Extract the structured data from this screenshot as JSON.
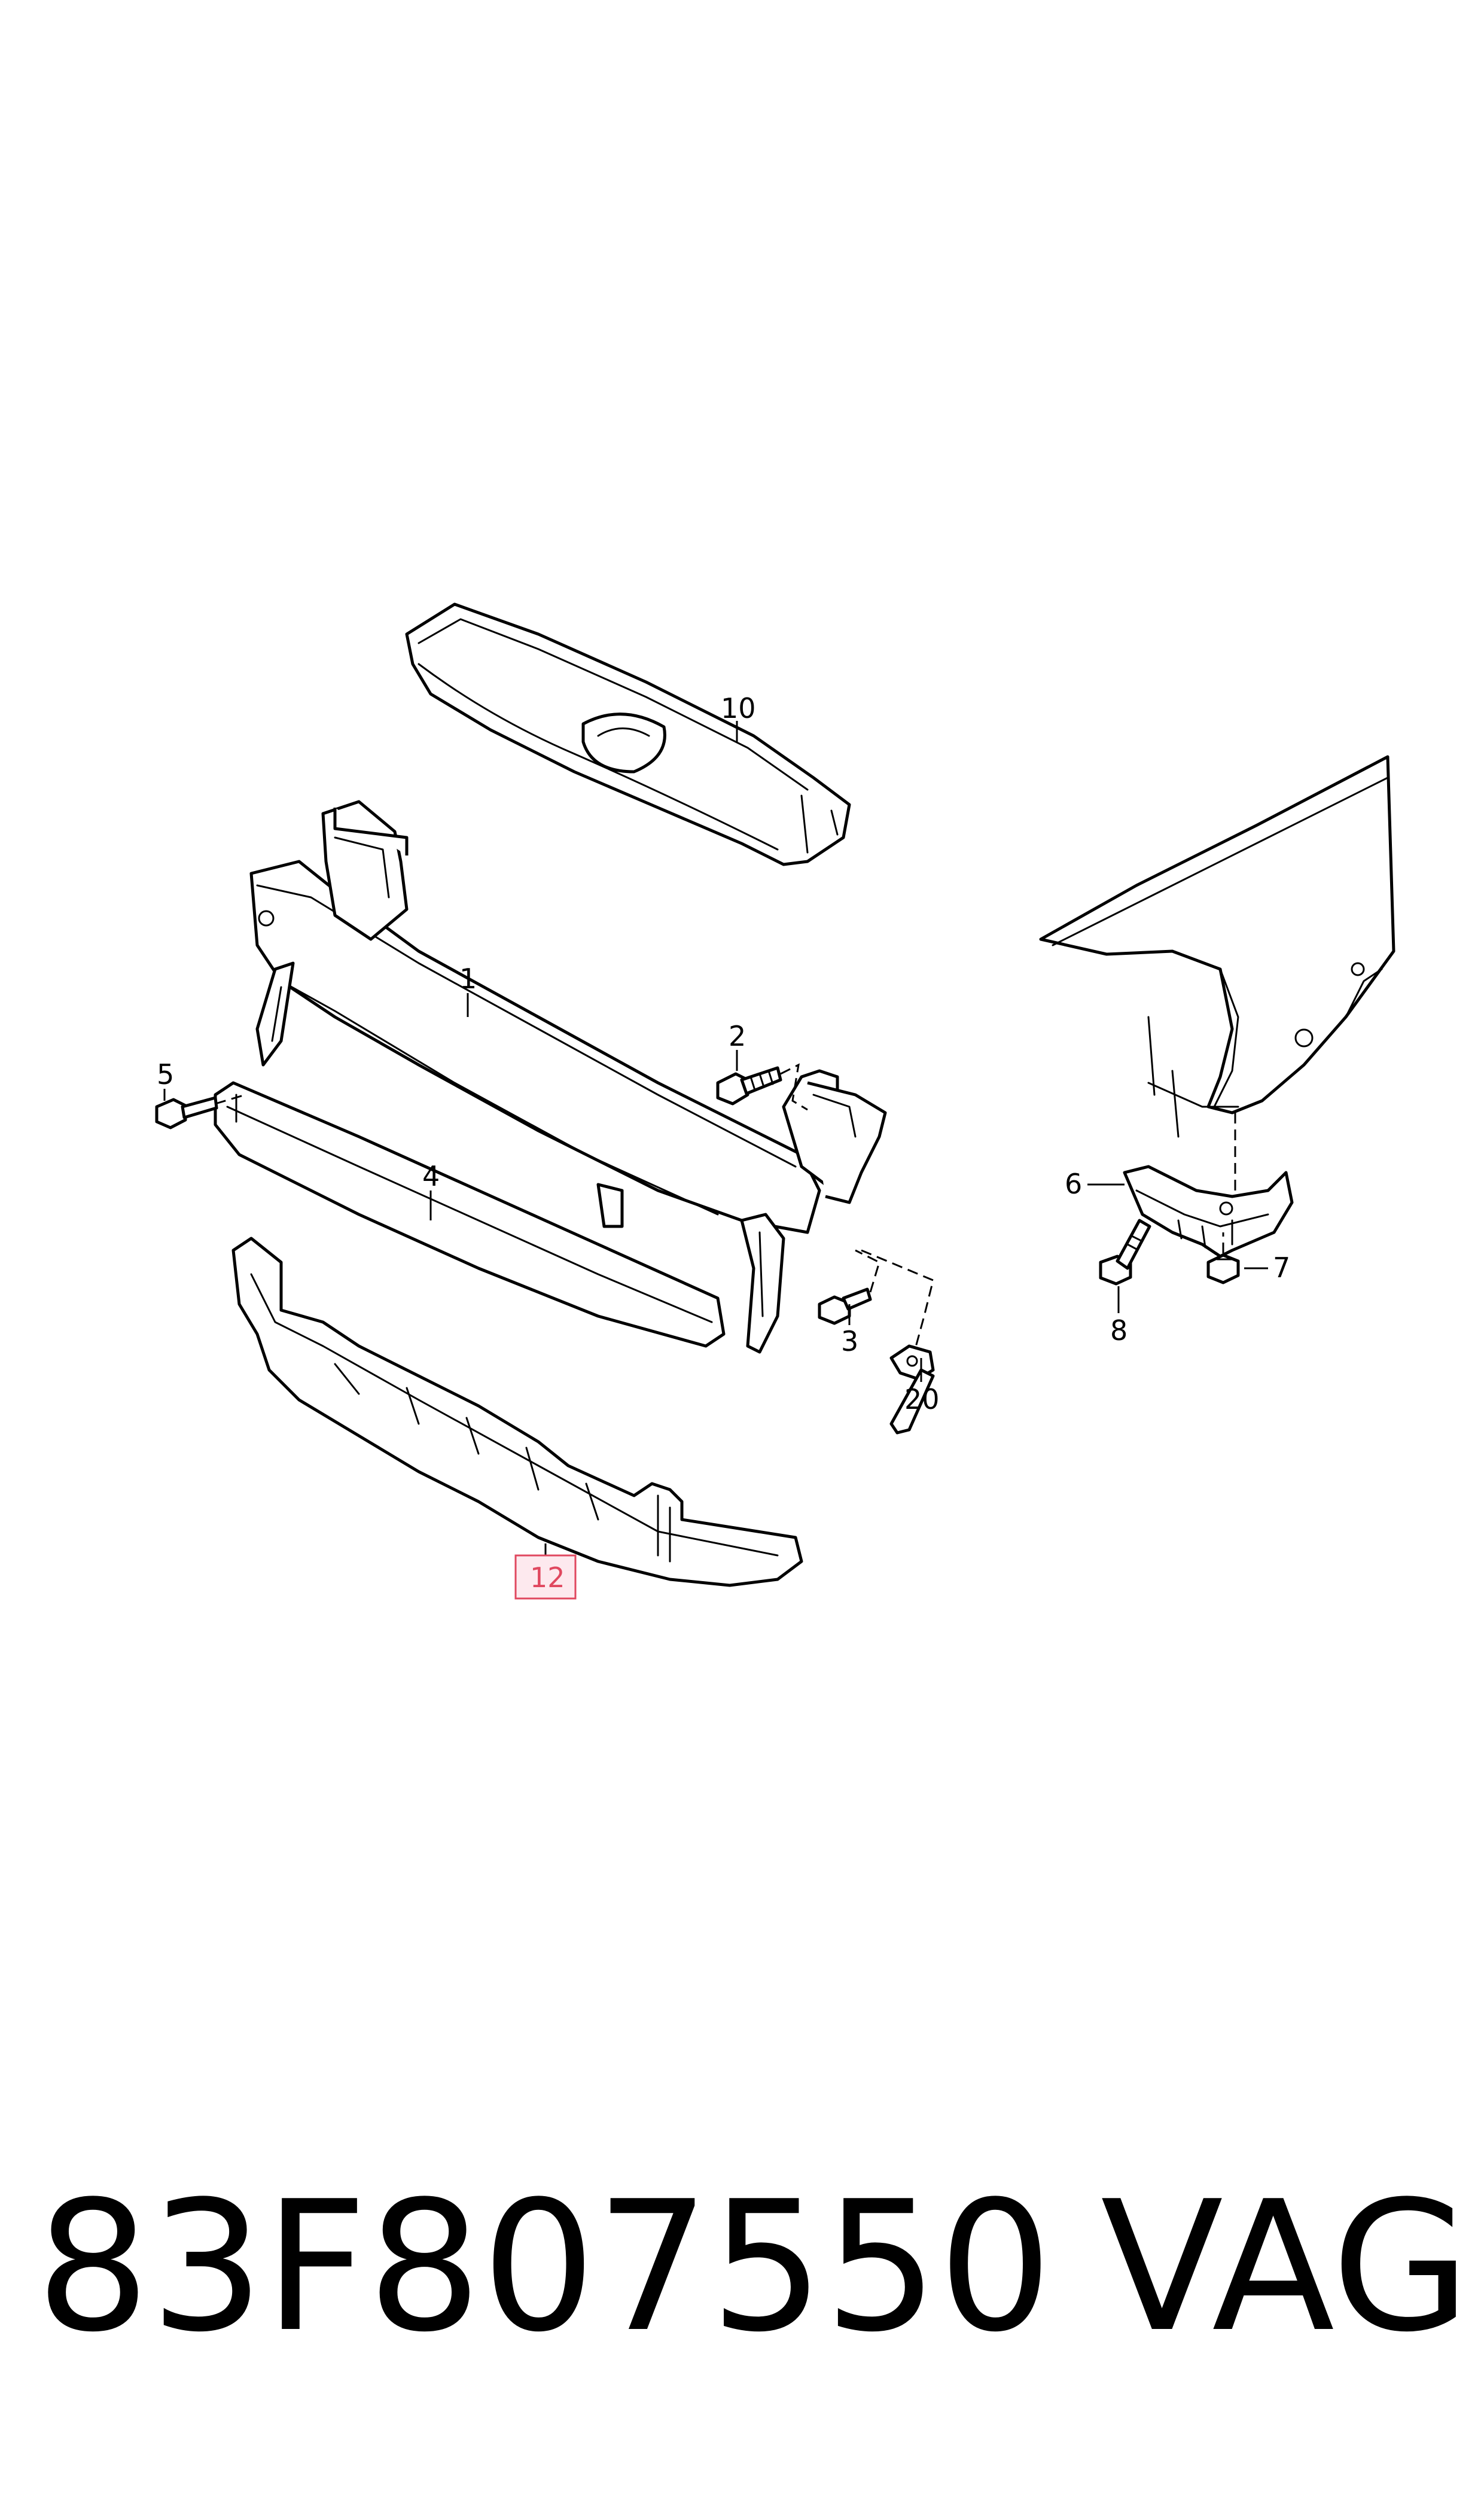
{
  "callouts": {
    "p1": "1",
    "p2": "2",
    "p3": "3",
    "p4": "4",
    "p5": "5",
    "p6": "6",
    "p7": "7",
    "p8": "8",
    "p10": "10",
    "p12": "12",
    "p20": "20"
  },
  "highlighted_callout": "12",
  "highlight_color": "#e0485f",
  "footer": {
    "part_number": "83F807550",
    "brand": "VAG"
  }
}
